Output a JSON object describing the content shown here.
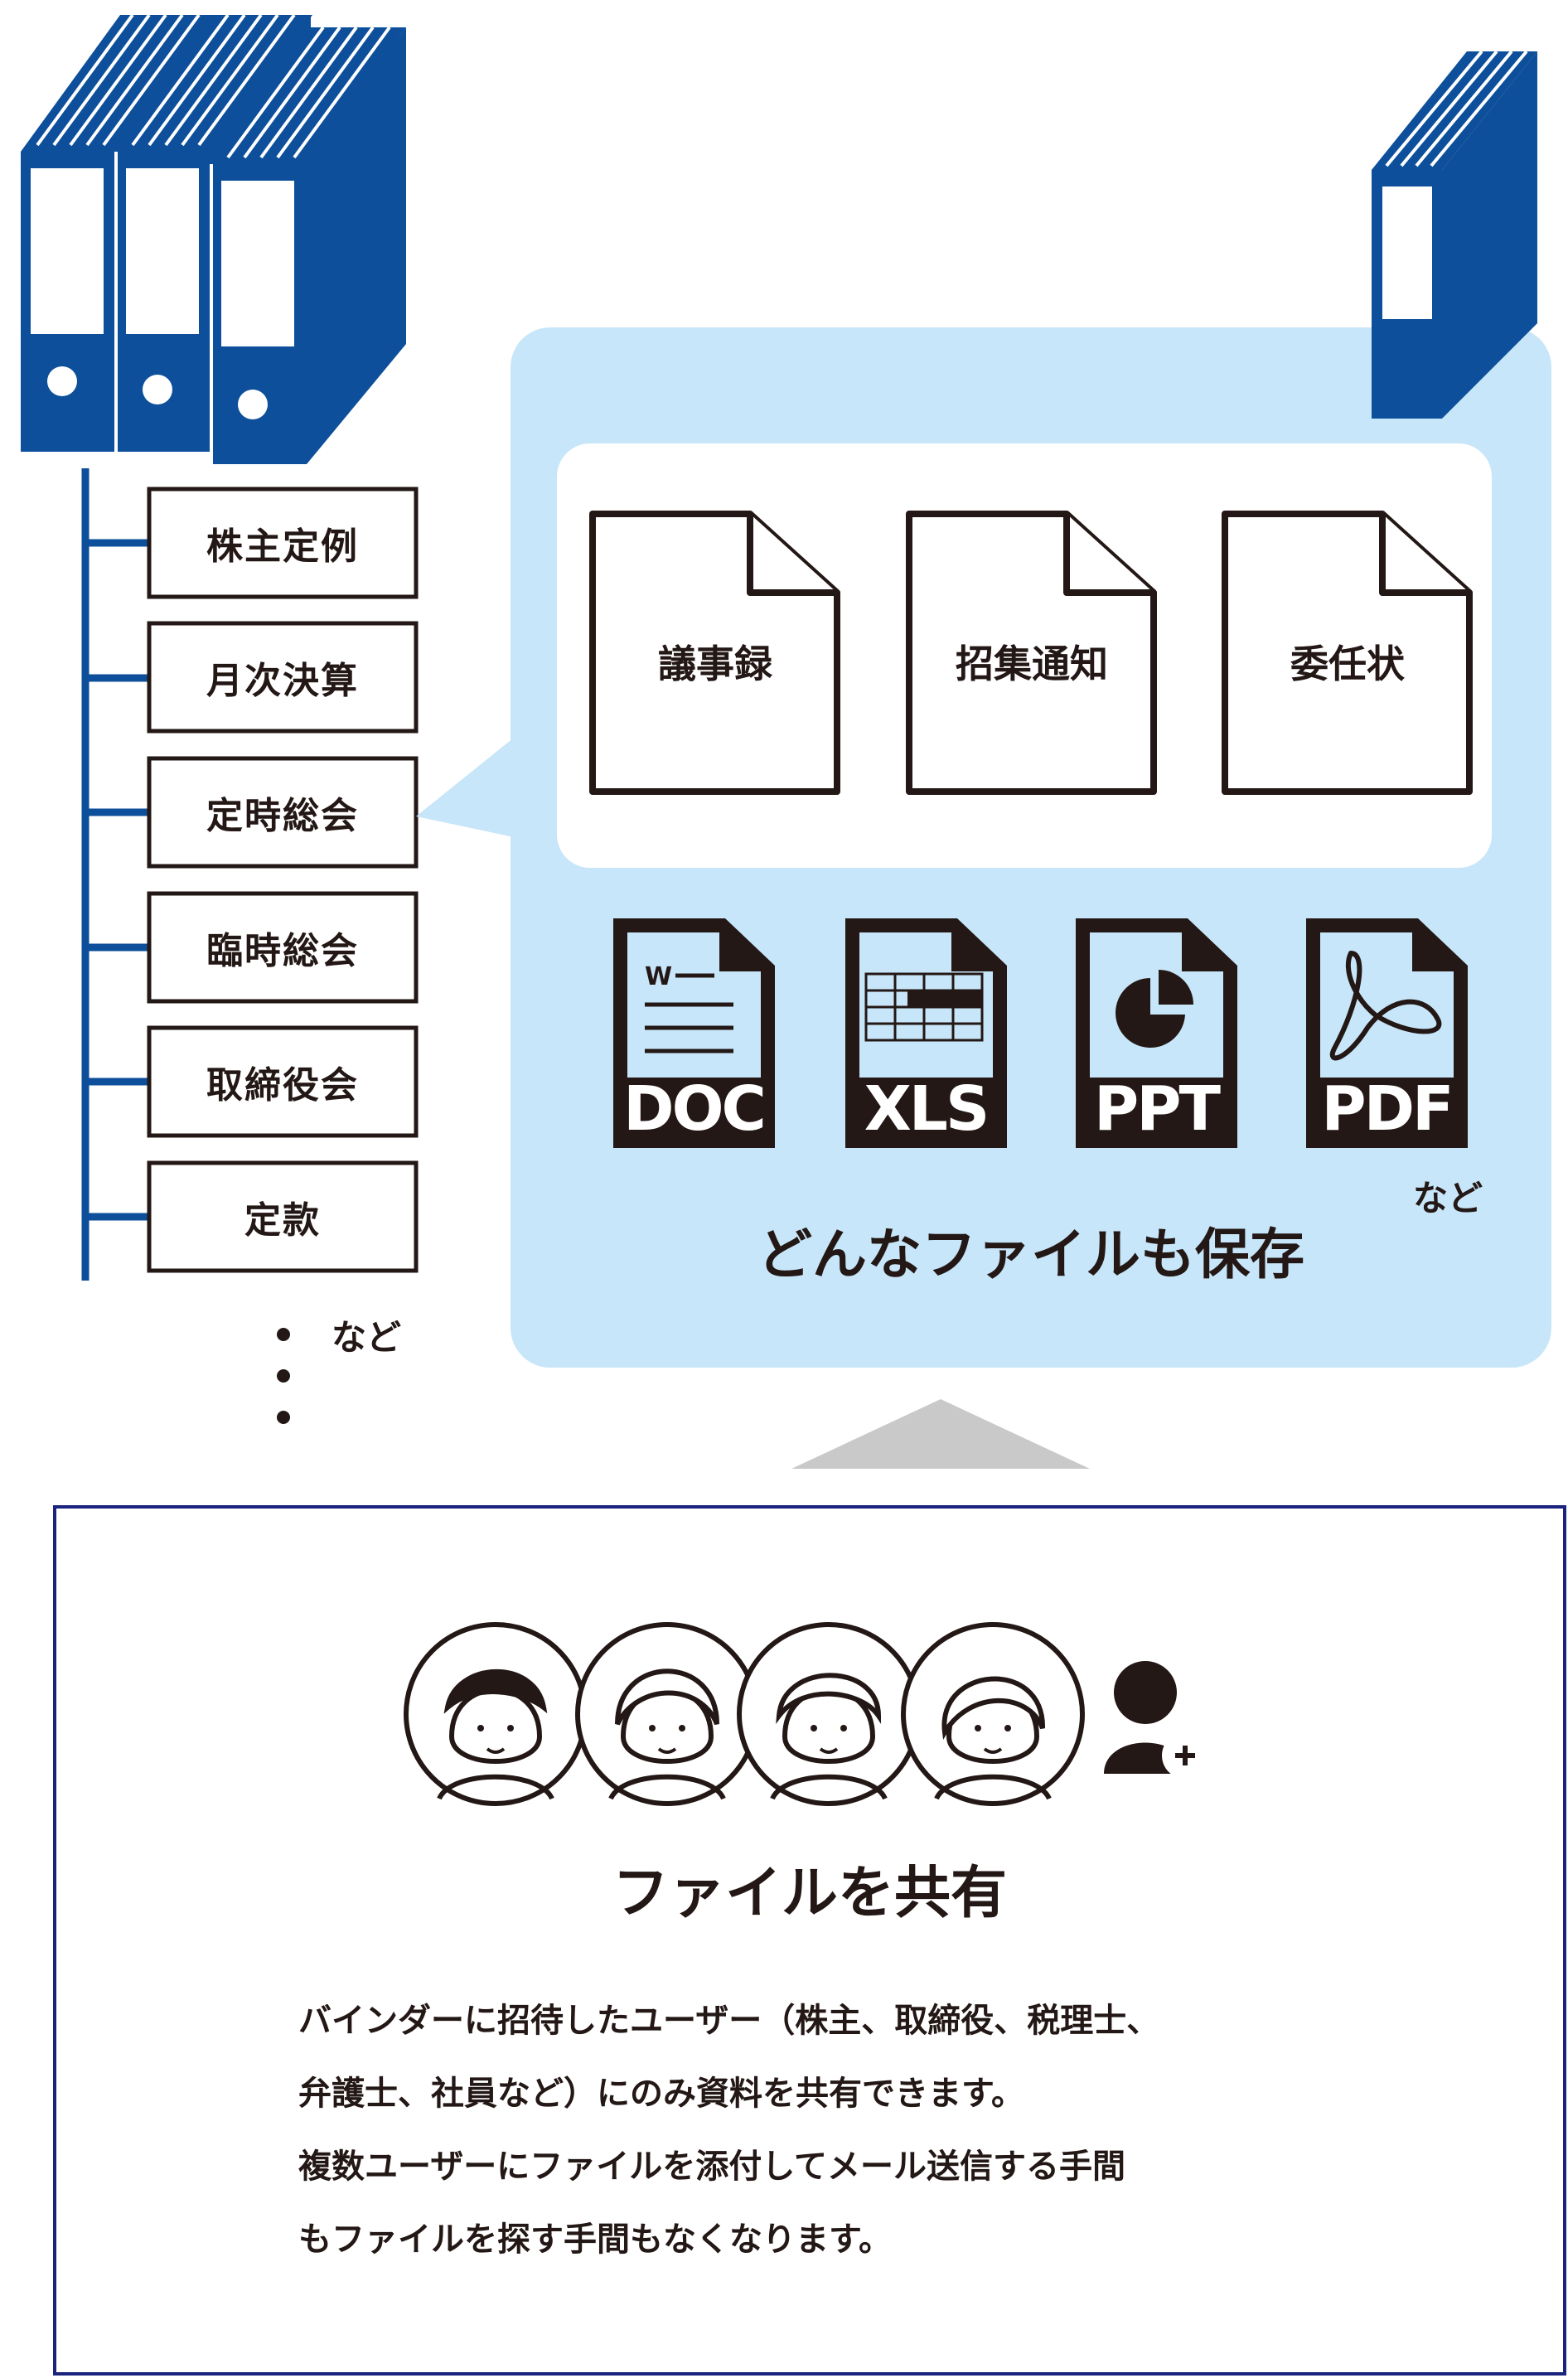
{
  "categories": [
    "株主定例",
    "月次決算",
    "定時総会",
    "臨時総会",
    "取締役会",
    "定款"
  ],
  "categories_etc": "など",
  "documents": [
    "議事録",
    "招集通知",
    "委任状"
  ],
  "file_types": [
    {
      "label": "DOC",
      "icon": "doc-file-icon"
    },
    {
      "label": "XLS",
      "icon": "xls-file-icon"
    },
    {
      "label": "PPT",
      "icon": "ppt-file-icon"
    },
    {
      "label": "PDF",
      "icon": "pdf-file-icon"
    }
  ],
  "file_types_etc": "など",
  "store_heading": "どんなファイルも保存",
  "share_heading": "ファイルを共有",
  "description_lines": [
    "バインダーに招待したユーザー（株主、取締役、税理士、",
    "弁護士、社員など）にのみ資料を共有できます。",
    "複数ユーザーにファイルを添付してメール送信する手間",
    "もファイルを探す手間もなくなります。"
  ],
  "colors": {
    "binder_blue": "#0d4f9a",
    "panel_blue": "#c8e6f9",
    "frame_navy": "#1a237e",
    "arrow_gray": "#c9c9c9",
    "ink": "#231815"
  },
  "icons": [
    "binder-icon",
    "user-add-icon",
    "user-avatar-icon"
  ]
}
